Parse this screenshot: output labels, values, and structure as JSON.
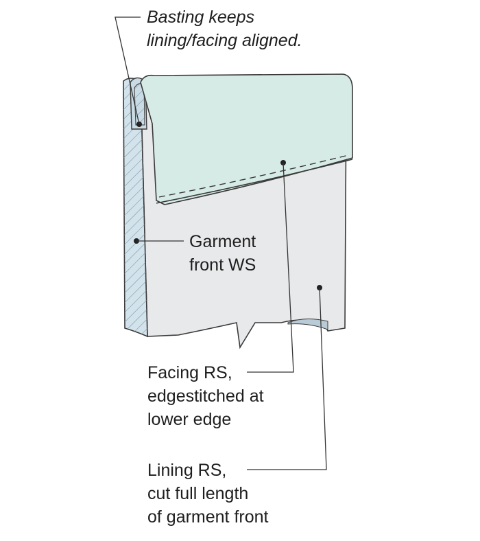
{
  "labels": {
    "basting": [
      "Basting keeps",
      "lining/facing aligned."
    ],
    "garment_front": [
      "Garment",
      "front WS"
    ],
    "facing": [
      "Facing RS,",
      "edgestitched at",
      "lower edge"
    ],
    "lining": [
      "Lining RS,",
      "cut full length",
      "of garment front"
    ]
  },
  "colors": {
    "facing_fill": "#d7ebe6",
    "lining_fill": "#e8e9ea",
    "garment_ws_fill": "#d3e3ec",
    "outline": "#3a3a3a",
    "leader": "#333333"
  }
}
